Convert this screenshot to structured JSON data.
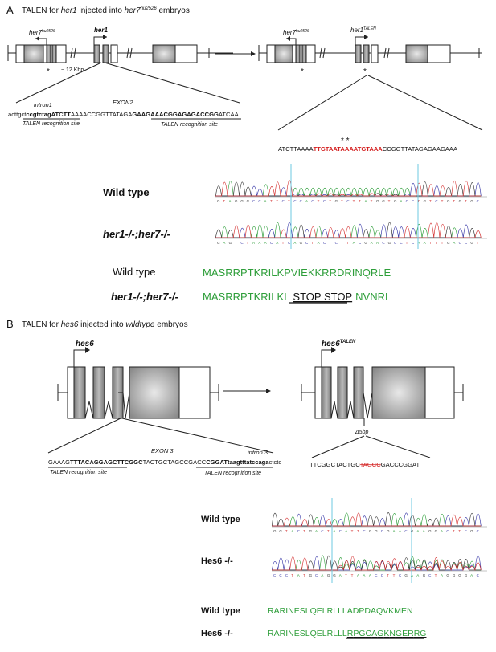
{
  "panel_a": {
    "letter": "A",
    "title_pre": "TALEN for ",
    "title_gene": "her1",
    "title_mid": " injected into ",
    "title_target": "her7",
    "title_sup": "hu2526",
    "title_post": " embryos",
    "left_gene_her7": "her7",
    "left_gene_her7_sup": "hu2526",
    "left_gene_her1": "her1",
    "right_gene_her7": "her7",
    "right_gene_her7_sup": "hu2526",
    "right_gene_her1": "her1",
    "right_gene_her1_sup": "TALEN",
    "distance": "~ 12 Kbp",
    "asterisk": "*",
    "intron_label": "intron1",
    "exon_label": "EXON2",
    "seq_1": "acttgct",
    "seq_2": "ccgtctagATCTT",
    "seq_3": "AAAACCGGTTATAGA",
    "seq_4": "GAAGAAACGGAGAGACCGG",
    "seq_5": "ATCAA",
    "talen_site_1": "TALEN recognition site",
    "talen_site_2": "TALEN recognition site",
    "mut_seq_1": "ATCTTAAAA",
    "mut_seq_2": "TTGTAATAAAATGTAAA",
    "mut_seq_3": "CCGGTTATAGAGAAGAAA",
    "mut_asterisks": "*  *",
    "chrom_wt_label": "Wild type",
    "chrom_mut_label": "her1-/-;her7-/-",
    "prot_wt_label": "Wild type",
    "prot_mut_label": "her1-/-;her7-/-",
    "prot_wt_seq": "MASRRPTKRILKPVIEKKRRDRINQRLE",
    "prot_mut_seq_1": "MASRRPTKRILKL",
    "prot_mut_stop": "STOP STOP",
    "prot_mut_seq_2": "NVNRL"
  },
  "panel_b": {
    "letter": "B",
    "title_pre": "TALEN for ",
    "title_gene": "hes6",
    "title_mid": " injected into ",
    "title_target": "wildtype",
    "title_post": " embryos",
    "left_gene": "hes6",
    "right_gene": "hes6",
    "right_gene_sup": "TALEN",
    "deletion_label": "Δ5bp",
    "exon_label": "EXON 3",
    "intron_label": "intron 3",
    "seq_1": "GAAAG",
    "seq_2": "TTTACAGGAGCTTCGGC",
    "seq_3": "TACTGCTAGCCGACC",
    "seq_4": "CGGATtaagtttatccaga",
    "seq_5": "ctctc",
    "talen_site_1": "TALEN recognition site",
    "talen_site_2": "TALEN recognition site",
    "mut_seq_1": "TTCGGCTACTGC",
    "mut_seq_deleted": "TAGCC",
    "mut_seq_2": "GACCCGGAT",
    "chrom_wt_label": "Wild type",
    "chrom_mut_label": "Hes6 -/-",
    "prot_wt_label": "Wild type",
    "prot_mut_label": "Hes6 -/-",
    "prot_wt_seq": "RARINESLQELRLLLADPDAQVKMEN",
    "prot_mut_seq_1": "RARINESLQELRLLL",
    "prot_mut_seq_2": "RPGCAGKNGERRG"
  },
  "colors": {
    "base_A": "#2e9e3a",
    "base_C": "#3a3aa8",
    "base_G": "#333333",
    "base_T": "#d43030",
    "aa_palette": [
      "#2e9e3a",
      "#8a3aa8",
      "#3a6ec8",
      "#d43030",
      "#e08a20",
      "#7a7a20",
      "#20a0a0"
    ],
    "mutation": "#d42020",
    "exon_gray": "#9a9a9a"
  }
}
